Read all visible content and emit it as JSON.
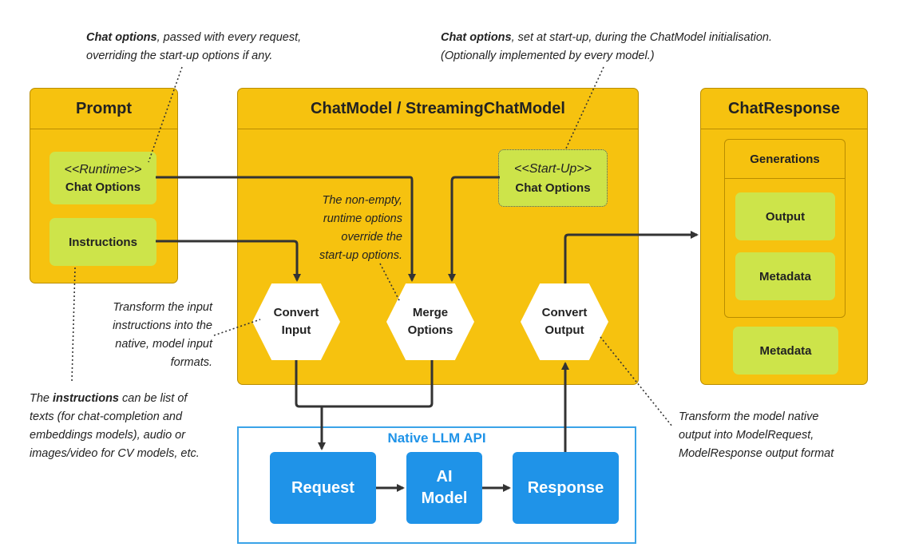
{
  "annotations": {
    "runtime_note_bold": "Chat options",
    "runtime_note_line1_rest": ", passed with every  request,",
    "runtime_note_line2": "overriding the start-up options if any.",
    "startup_note_bold": "Chat options",
    "startup_note_line1_rest": ", set at start-up, during  the ChatModel initialisation.",
    "startup_note_line2": "(Optionally implemented by every model.)",
    "merge_note": [
      "The non-empty,",
      "runtime options",
      "override the",
      "start-up options."
    ],
    "transform_input_note": [
      "Transform the input",
      "instructions into the",
      "native, model input",
      "formats."
    ],
    "instructions_note_prefix": "The ",
    "instructions_note_bold": "instructions",
    "instructions_note_line1_rest": " can be list of",
    "instructions_note_lines": [
      "texts (for chat-completion and",
      "embeddings models), audio or",
      "images/video for CV models, etc."
    ],
    "transform_output_note": [
      "Transform the model native",
      "output into ModelRequest,",
      "ModelResponse output format"
    ]
  },
  "prompt": {
    "title": "Prompt",
    "runtime_tag": "<<Runtime>>",
    "chat_options": "Chat Options",
    "instructions": "Instructions"
  },
  "chat_model": {
    "title": "ChatModel / StreamingChatModel",
    "startup_tag": "<<Start-Up>>",
    "chat_options": "Chat Options",
    "convert_input": [
      "Convert",
      "Input"
    ],
    "merge_options": [
      "Merge",
      "Options"
    ],
    "convert_output": [
      "Convert",
      "Output"
    ]
  },
  "chat_response": {
    "title": "ChatResponse",
    "generations": "Generations",
    "output": "Output",
    "gen_metadata": "Metadata",
    "metadata": "Metadata"
  },
  "llm_api": {
    "title": "Native LLM API",
    "request": "Request",
    "ai_model": [
      "AI",
      "Model"
    ],
    "response": "Response"
  },
  "colors": {
    "yellow": "#f6c20f",
    "green": "#cde44a",
    "blue": "#1f93e8",
    "arrow": "#333333"
  }
}
